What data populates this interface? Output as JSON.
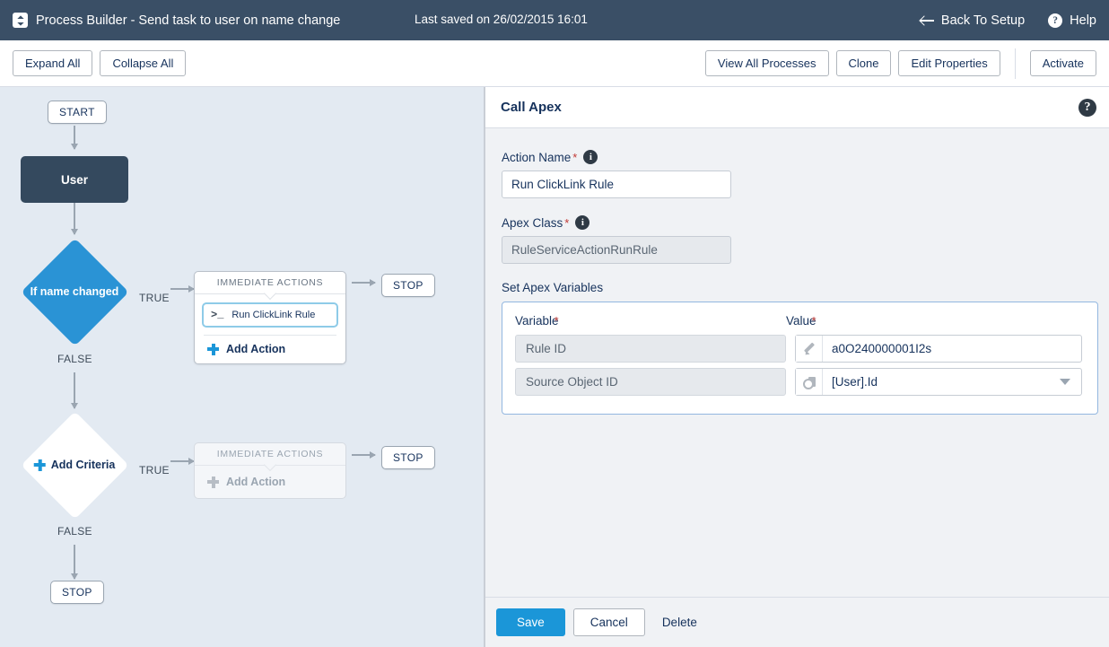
{
  "header": {
    "logo_icon": "process-builder-logo-icon",
    "title": "Process Builder - Send task to user on name change",
    "last_saved": "Last saved on 26/02/2015 16:01",
    "back_label": "Back To Setup",
    "back_icon": "arrow-left-icon",
    "help_label": "Help",
    "help_icon": "help-circle-icon"
  },
  "toolbar": {
    "expand_all": "Expand All",
    "collapse_all": "Collapse All",
    "view_all_processes": "View All Processes",
    "clone": "Clone",
    "edit_properties": "Edit Properties",
    "activate": "Activate"
  },
  "canvas": {
    "start_label": "START",
    "object_node_label": "User",
    "criteria_1": {
      "label": "If name changed",
      "true_label": "TRUE",
      "false_label": "FALSE"
    },
    "criteria_2": {
      "label": "Add Criteria",
      "plus_icon": "plus-icon",
      "true_label": "TRUE",
      "false_label": "FALSE"
    },
    "actions_1": {
      "header": "IMMEDIATE ACTIONS",
      "action_label": "Run ClickLink Rule",
      "action_icon": "apex-code-icon",
      "add_action_label": "Add Action"
    },
    "actions_2": {
      "header": "IMMEDIATE ACTIONS",
      "add_action_label": "Add Action"
    },
    "stop_1": "STOP",
    "stop_2": "STOP",
    "stop_3": "STOP"
  },
  "panel": {
    "title": "Call Apex",
    "help_icon": "help-circle-icon",
    "action_name": {
      "label": "Action Name",
      "required_mark": "*",
      "info_icon": "info-icon",
      "value": "Run ClickLink Rule",
      "placeholder": ""
    },
    "apex_class": {
      "label": "Apex Class",
      "required_mark": "*",
      "info_icon": "info-icon",
      "value": "RuleServiceActionRunRule"
    },
    "variables_section": {
      "title": "Set Apex Variables",
      "col_variable": "Variable",
      "col_variable_required": "*",
      "col_value": "Value",
      "col_value_required": "*",
      "rows": [
        {
          "variable": "Rule ID",
          "value": "a0O240000001I2s",
          "icon": "pencil-icon",
          "has_dropdown": false
        },
        {
          "variable": "Source Object ID",
          "value": "[User].Id",
          "icon": "merge-field-icon",
          "has_dropdown": true
        }
      ]
    },
    "footer": {
      "save": "Save",
      "cancel": "Cancel",
      "delete": "Delete"
    }
  },
  "colors": {
    "header_bg": "#3a4f66",
    "canvas_bg": "#e3eaf2",
    "object_node": "#34495e",
    "criteria_active": "#2a93d5",
    "accent_blue": "#1b96d8",
    "required_red": "#c23934"
  }
}
